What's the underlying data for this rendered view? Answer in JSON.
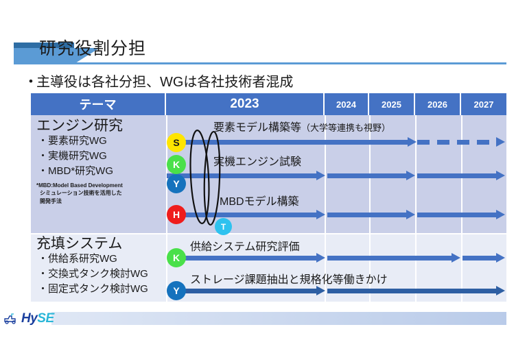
{
  "slide": {
    "title": "研究役割分担",
    "subtitle": "主導役は各社分担、WGは各社技術者混成",
    "bullet_glyph": "•"
  },
  "table": {
    "headers": {
      "theme": "テーマ",
      "y2023": "2023",
      "y2024": "2024",
      "y2025": "2025",
      "y2026": "2026",
      "y2027": "2027"
    },
    "rows": [
      {
        "title": "エンジン研究",
        "items": [
          "・要素研究WG",
          "・実機研究WG",
          "・MBD*研究WG"
        ],
        "footnote": [
          "*MBD:Model Based Development",
          "シミュレーション技術を活用した",
          "開発手法"
        ],
        "tracks": [
          {
            "badge": "S",
            "label": "要素モデル構築等",
            "label_note": "（大学等連携も視野）"
          },
          {
            "badge": "K",
            "label": "実機エンジン試験",
            "label_note": ""
          },
          {
            "badge": "Y",
            "label": "",
            "label_note": ""
          },
          {
            "badge": "H",
            "label": "MBDモデル構築",
            "label_note": ""
          },
          {
            "badge": "T",
            "label": "",
            "label_note": ""
          }
        ]
      },
      {
        "title": "充填システム",
        "items": [
          "・供給系研究WG",
          "・交換式タンク検討WG",
          "・固定式タンク検討WG"
        ],
        "footnote": [],
        "tracks": [
          {
            "badge": "K",
            "label": "供給システム研究評価",
            "label_note": ""
          },
          {
            "badge": "Y",
            "label": "ストレージ課題抽出と規格化等働きかけ",
            "label_note": ""
          }
        ]
      }
    ]
  },
  "colors": {
    "header_blue": "#4472c4",
    "row1_band": "#c9cfe8",
    "row2_band": "#e8ecf6",
    "arrow_blue": "#4472c4",
    "arrow_dark_blue": "#2e5fa3",
    "accent_light": "#5b9bd5",
    "accent_dark": "#2e6da4",
    "badge_s": "#ffe500",
    "badge_k": "#4ae04a",
    "badge_y": "#1572bd",
    "badge_h": "#ef1c1c",
    "badge_t": "#2ec2ef"
  },
  "footer": {
    "logo_part1": "Hy",
    "logo_part2": "SE"
  }
}
